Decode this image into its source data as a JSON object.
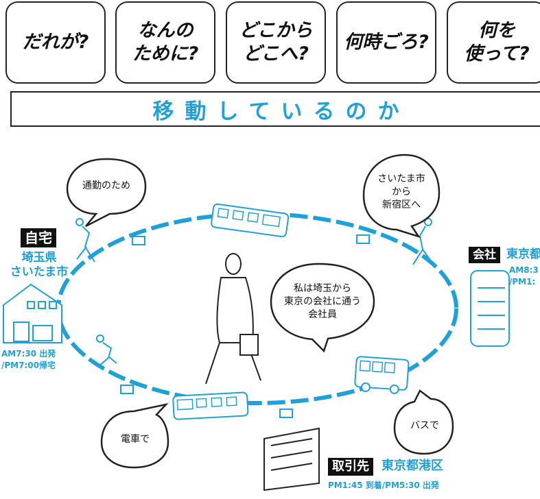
{
  "questions": [
    {
      "label": "だれが?"
    },
    {
      "label": "なんの\nために?"
    },
    {
      "label": "どこから\nどこへ?"
    },
    {
      "label": "何時ごろ?"
    },
    {
      "label": "何を\n使って?"
    }
  ],
  "banner": {
    "text": "移動しているのか"
  },
  "home": {
    "tag": "自宅",
    "place": "埼玉県\nさいたま市",
    "times": "AM7:30 出発\n/PM7:00帰宅"
  },
  "company": {
    "tag": "会社",
    "place": "東京都",
    "times": "AM8:3\n/PM1:"
  },
  "client": {
    "tag": "取引先",
    "place": "東京都港区",
    "times": "PM1:45 到着/PM5:30 出発"
  },
  "bubbles": {
    "commute": "通勤のため",
    "route": "さいたま市\nから\n新宿区へ",
    "self": "私は埼玉から\n東京の会社に通う\n会社員",
    "train": "電車で",
    "bus": "バスで"
  },
  "colors": {
    "accent": "#1fa0d8",
    "line": "#222222"
  }
}
